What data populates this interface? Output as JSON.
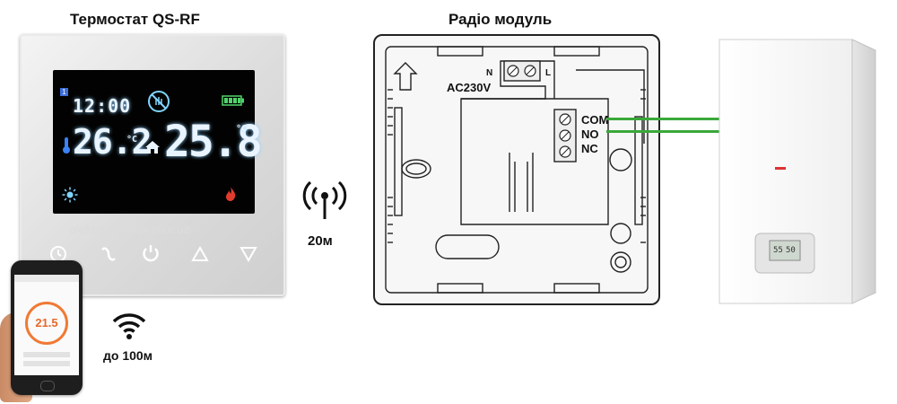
{
  "titles": {
    "thermostat": "Термостат QS-RF",
    "module": "Радіо модуль"
  },
  "thermostat": {
    "time": "12:00",
    "temp_current": "26.2",
    "temp_set": "25.8",
    "unit": "°C",
    "watermark": "elektroobogrev.com.ua",
    "display_color": "#e9f4ff",
    "heat_icon_color": "#e23b2e"
  },
  "phone": {
    "temp": "21.5",
    "range_label": "до 100м"
  },
  "signal": {
    "range_label": "20м"
  },
  "module": {
    "power_label": "AC230V",
    "n_label": "N",
    "l_label": "L",
    "terminals": [
      "COM",
      "NO",
      "NC"
    ]
  },
  "boiler": {
    "display_left": "55",
    "display_right": "50"
  },
  "colors": {
    "wire": "#3aa83a"
  }
}
